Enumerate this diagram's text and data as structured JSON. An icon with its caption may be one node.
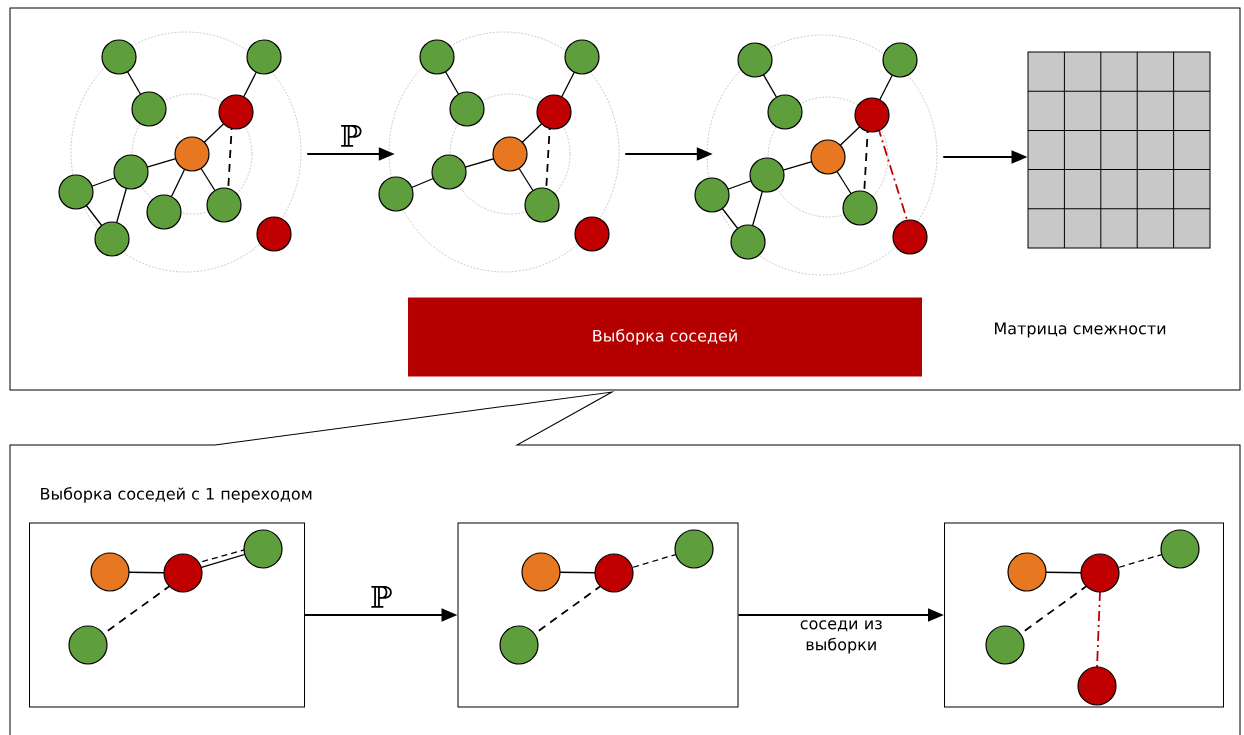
{
  "diagram": {
    "nodes": [
      {
        "text": [],
        "shape": "box"
      },
      {
        "text": [],
        "shape": "picture",
        "in": 0
      },
      {
        "text": [],
        "shape": "picture",
        "in": 0
      },
      {
        "text": [],
        "shape": "picture",
        "in": 0
      },
      {
        "text": [],
        "shape": "box",
        "in": 0
      },
      {
        "text": [
          "Выборка соседей"
        ],
        "in": 0
      },
      {
        "text": [
          "Выборка соседей с 1 переходом"
        ]
      },
      {
        "text": [],
        "shape": "box",
        "in": 6
      },
      {
        "text": [],
        "shape": "box",
        "in": 6
      },
      {
        "text": [],
        "shape": "box",
        "in": 6
      }
    ],
    "edges": [
      {
        "from": 1,
        "to": 2,
        "arrow": "to",
        "label": "ℙ"
      },
      {
        "from": 2,
        "to": 3,
        "arrow": "to"
      },
      {
        "from": 3,
        "to": 4,
        "arrow": "to"
      },
      {
        "from": 7,
        "to": 8,
        "arrow": "to",
        "label": "ℙ"
      },
      {
        "from": 8,
        "to": 9,
        "arrow": "to",
        "label": "соседи из выборки"
      }
    ],
    "labels": [
      "Матрица смежности"
    ]
  }
}
